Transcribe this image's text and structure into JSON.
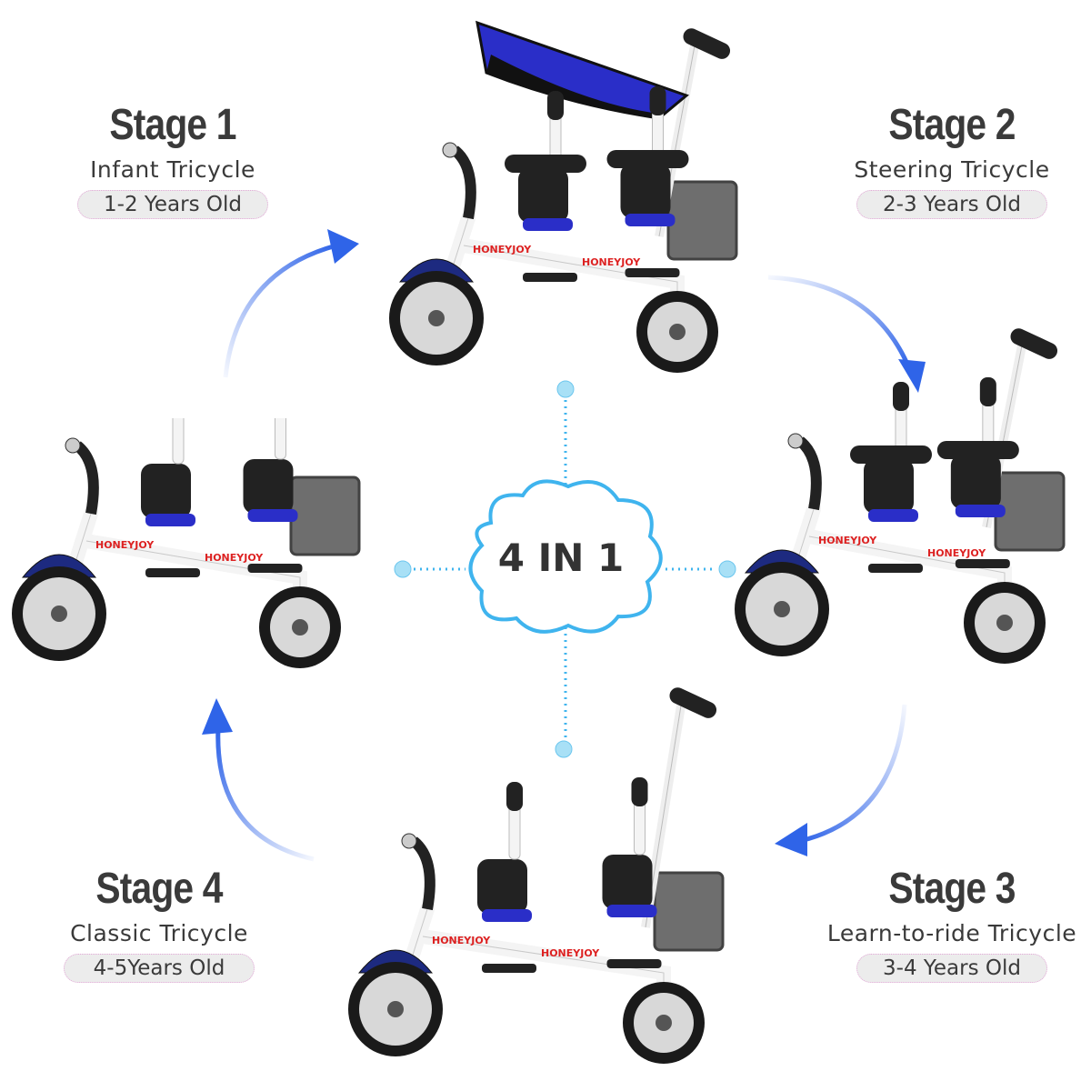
{
  "center_label": "4 IN 1",
  "brand": "HONEYJOY",
  "colors": {
    "arrow": "#2f64e8",
    "dot": "#8fd3f0",
    "cloud": "#3fb4ee",
    "seat": "#2a2ec8",
    "text": "#3a3a3a"
  },
  "stages": [
    {
      "title": "Stage 1",
      "name": "Infant Tricycle",
      "age": "1-2 Years Old"
    },
    {
      "title": "Stage 2",
      "name": "Steering Tricycle",
      "age": "2-3 Years Old"
    },
    {
      "title": "Stage 3",
      "name": "Learn-to-ride Tricycle",
      "age": "3-4 Years Old"
    },
    {
      "title": "Stage 4",
      "name": "Classic Tricycle",
      "age": "4-5Years Old"
    }
  ]
}
